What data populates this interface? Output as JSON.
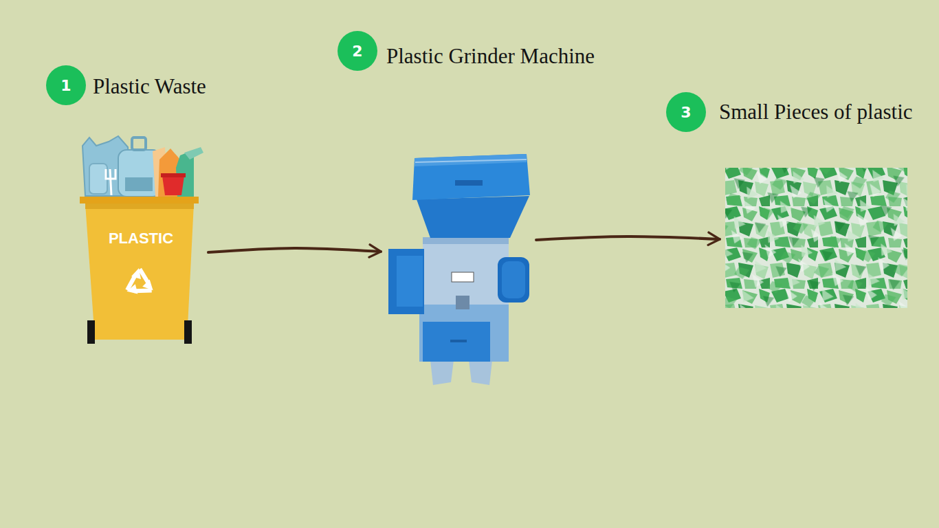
{
  "diagram": {
    "nodes": [
      {
        "text": [
          "1",
          "Plastic Waste",
          "PLASTIC"
        ]
      },
      {
        "text": [
          "2",
          "Plastic Grinder Machine"
        ]
      },
      {
        "text": [
          "3",
          "Small Pieces of plastic"
        ]
      }
    ],
    "edges": [
      {
        "from": 0,
        "to": 1,
        "arrow": "to"
      },
      {
        "from": 1,
        "to": 2,
        "arrow": "to"
      }
    ]
  }
}
